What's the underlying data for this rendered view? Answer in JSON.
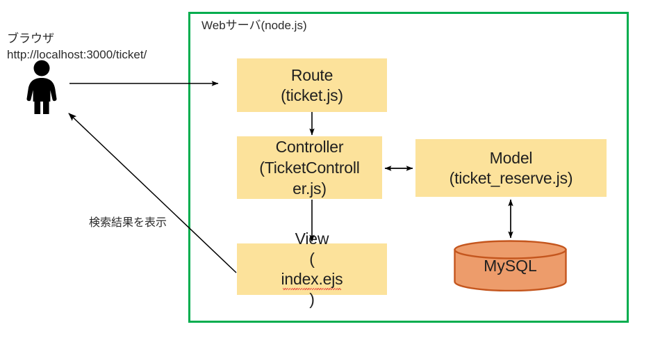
{
  "diagram": {
    "title_visible": false,
    "background": "#ffffff",
    "colors": {
      "server_frame": "#00ad4e",
      "process_box_fill": "#fce29b",
      "database_fill": "#ed9c6b",
      "database_stroke": "#c4561e",
      "connector": "#000000",
      "text": "#1f1f1f",
      "spellcheck_underline": "#e8453c"
    }
  },
  "client": {
    "caption_line1": "ブラウザ",
    "caption_line2": "http://localhost:3000/ticket/",
    "actor_icon": "person-icon"
  },
  "server": {
    "label": "Webサーバ(node.js)"
  },
  "nodes": {
    "route": {
      "line1": "Route",
      "line2": "(ticket.js)"
    },
    "controller": {
      "line1": "Controller",
      "line2": "(TicketControll",
      "line3": "er.js)"
    },
    "view": {
      "line1": "View",
      "line2_prefix": "(",
      "line2_word": "index.ejs",
      "line2_suffix": ")"
    },
    "model": {
      "line1": "Model",
      "line2": "(ticket_reserve.js)"
    },
    "database": {
      "label": "MySQL"
    }
  },
  "connections": [
    {
      "id": "browser-to-route",
      "from": "browser",
      "to": "route",
      "direction": "one-way",
      "label": ""
    },
    {
      "id": "route-to-controller",
      "from": "route",
      "to": "controller",
      "direction": "one-way",
      "label": ""
    },
    {
      "id": "controller-to-model",
      "from": "controller",
      "to": "model",
      "direction": "two-way",
      "label": ""
    },
    {
      "id": "model-to-database",
      "from": "model",
      "to": "database",
      "direction": "two-way",
      "label": ""
    },
    {
      "id": "controller-to-view",
      "from": "controller",
      "to": "view",
      "direction": "one-way",
      "label": ""
    },
    {
      "id": "view-to-browser",
      "from": "view",
      "to": "browser",
      "direction": "one-way",
      "label": "検索結果を表示"
    }
  ],
  "flow_label": "検索結果を表示"
}
